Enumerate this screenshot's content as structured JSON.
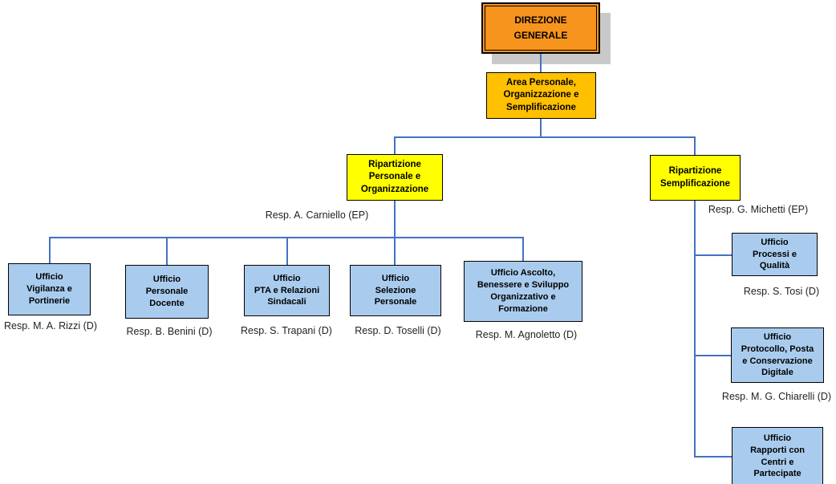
{
  "colors": {
    "direzione_fill": "#F7941E",
    "area_fill": "#FFC000",
    "ripartizione_fill": "#FFFF00",
    "ufficio_fill": "#A9CCEE",
    "connector": "#4472C4",
    "shadow": "#C9C9C9"
  },
  "org": {
    "root": {
      "label": "DIREZIONE\nGENERALE"
    },
    "area": {
      "label": "Area Personale,\nOrganizzazione e\nSemplificazione"
    },
    "branches": [
      {
        "label": "Ripartizione\nPersonale e\nOrganizzazione",
        "resp": "Resp. A. Carniello (EP)"
      },
      {
        "label": "Ripartizione\nSemplificazione",
        "resp": "Resp. G. Michetti (EP)"
      }
    ],
    "uffici_personale": [
      {
        "label": "Ufficio\nVigilanza e\nPortinerie",
        "resp": "Resp. M. A. Rizzi (D)"
      },
      {
        "label": "Ufficio\nPersonale\nDocente",
        "resp": "Resp. B. Benini (D)"
      },
      {
        "label": "Ufficio\nPTA e Relazioni\nSindacali",
        "resp": "Resp. S. Trapani (D)"
      },
      {
        "label": "Ufficio\nSelezione\nPersonale",
        "resp": "Resp. D. Toselli (D)"
      },
      {
        "label": "Ufficio Ascolto,\nBenessere e Sviluppo\nOrganizzativo e\nFormazione",
        "resp": "Resp. M. Agnoletto (D)"
      }
    ],
    "uffici_semplificazione": [
      {
        "label": "Ufficio\nProcessi e\nQualità",
        "resp": "Resp. S. Tosi (D)"
      },
      {
        "label": "Ufficio\nProtocollo, Posta\ne Conservazione\nDigitale",
        "resp": "Resp. M. G. Chiarelli (D)"
      },
      {
        "label": "Ufficio\nRapporti con\nCentri e\nPartecipate"
      }
    ]
  }
}
